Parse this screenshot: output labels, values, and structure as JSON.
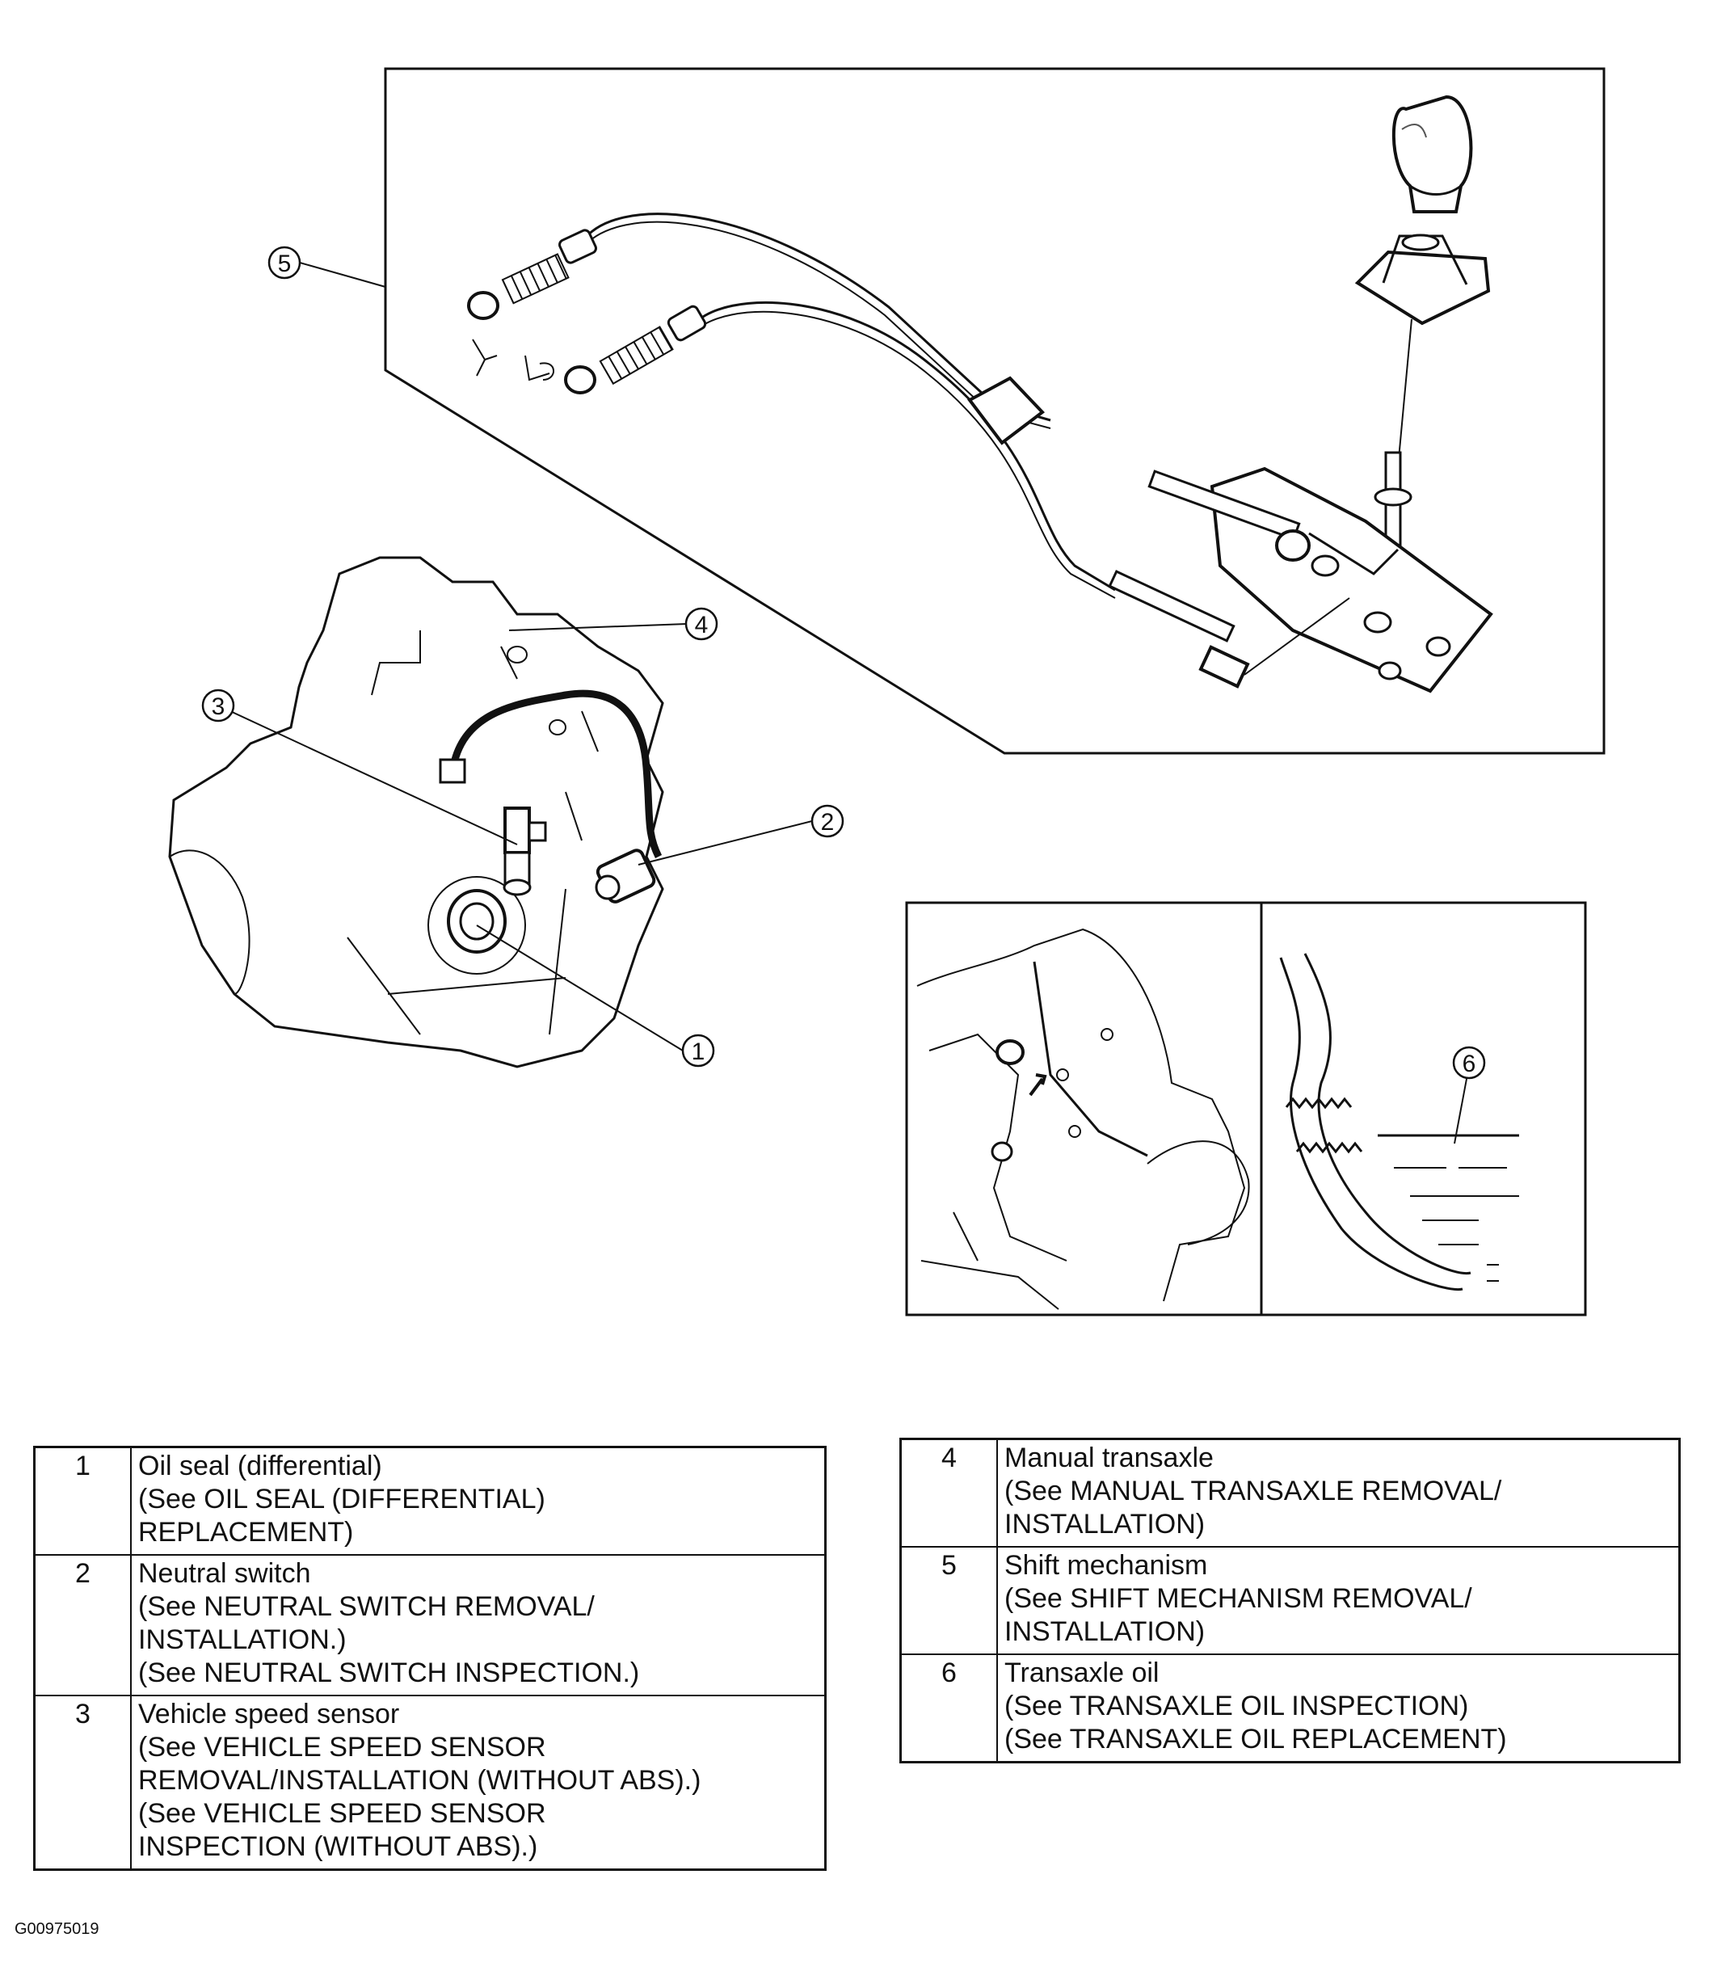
{
  "callouts": [
    "1",
    "2",
    "3",
    "4",
    "5",
    "6"
  ],
  "legend_left": [
    {
      "num": "1",
      "lines": [
        "Oil seal (differential)",
        "(See OIL SEAL (DIFFERENTIAL)",
        "REPLACEMENT)"
      ]
    },
    {
      "num": "2",
      "lines": [
        "Neutral switch",
        "(See NEUTRAL SWITCH REMOVAL/",
        "INSTALLATION.)",
        "(See NEUTRAL SWITCH INSPECTION.)"
      ]
    },
    {
      "num": "3",
      "lines": [
        "Vehicle speed sensor",
        "(See VEHICLE SPEED SENSOR",
        "REMOVAL/INSTALLATION (WITHOUT ABS).)",
        "(See VEHICLE SPEED SENSOR",
        "INSPECTION (WITHOUT ABS).)"
      ]
    }
  ],
  "legend_right": [
    {
      "num": "4",
      "lines": [
        "Manual transaxle",
        "(See MANUAL TRANSAXLE REMOVAL/",
        "INSTALLATION)"
      ]
    },
    {
      "num": "5",
      "lines": [
        "Shift mechanism",
        "(See SHIFT MECHANISM REMOVAL/",
        "INSTALLATION)"
      ]
    },
    {
      "num": "6",
      "lines": [
        "Transaxle oil",
        "(See TRANSAXLE OIL INSPECTION)",
        "(See TRANSAXLE OIL REPLACEMENT)"
      ]
    }
  ],
  "figure_code": "G00975019"
}
